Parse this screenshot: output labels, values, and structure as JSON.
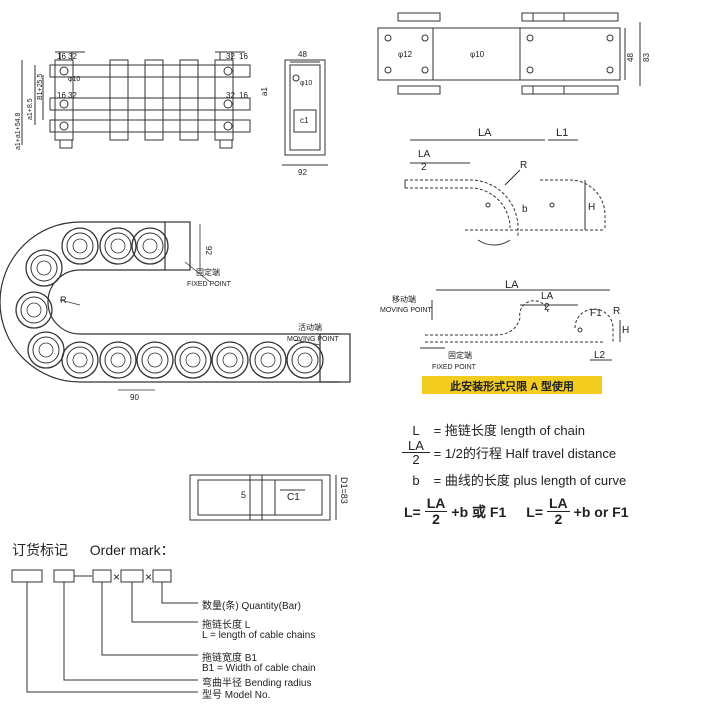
{
  "dimensions": {
    "w16a": "16",
    "w32a": "32",
    "w32b": "32",
    "w16b": "16",
    "w16c": "16",
    "w32c": "32",
    "w32d": "32",
    "w16d": "16",
    "d10": "φ10",
    "d10b": "φ10",
    "d12": "φ12",
    "d10c": "φ10",
    "w48": "48",
    "w92": "92",
    "a1": "a1",
    "c1": "c1",
    "h48": "48",
    "h83": "83",
    "v1": "a1+a1+54.8",
    "v2": "a1+8.5",
    "v3": "a1",
    "v4": "B1+25.5",
    "v5": "B1+25.5",
    "h92": "92",
    "w90": "90",
    "r": "R",
    "s5": "5",
    "C1": "C1",
    "D1": "D1=83"
  },
  "points": {
    "fixed_cn": "固定端",
    "fixed_en": "FIXED POINT",
    "moving_cn": "活动端",
    "moving_en": "MOVING POINT",
    "moving_cn2": "移动端",
    "moving_en2": "MOVING POINT",
    "fixed_cn2": "固定端",
    "fixed_en2": "FIXED POINT"
  },
  "install_diagram": {
    "LA": "LA",
    "L1": "L1",
    "LA_num": "LA",
    "two": "2",
    "R": "R",
    "b": "b",
    "H": "H"
  },
  "install_diagram2": {
    "LA": "LA",
    "LA_num": "LA",
    "two": "2",
    "F1": "F1",
    "R": "R",
    "H": "H",
    "L2": "L2",
    "note": "此安装形式只限 A 型使用"
  },
  "legend": {
    "L_sym": "L",
    "L_text": "= 拖链长度  length of chain",
    "LA_num": "LA",
    "LA_den": "2",
    "LA_text": "= 1/2的行程  Half travel distance",
    "b_sym": "b",
    "b_text": "= 曲线的长度  plus length of curve"
  },
  "formula": {
    "prefix": "L=",
    "la": "LA",
    "two": "2",
    "mid": "+b 或 F1",
    "prefix2": "L=",
    "la2": "LA",
    "two2": "2",
    "end": "+b or F1"
  },
  "order": {
    "title_cn": "订货标记",
    "title_en": "Order mark：",
    "x1": "×",
    "x2": "×",
    "qty": "数量(条) Quantity(Bar)",
    "len_cn": "拖链长度 L",
    "len_en": "L = length of cable chains",
    "width_cn": "拖链宽度 B1",
    "width_en": "B1 = Width of cable chain",
    "radius": "弯曲半径 Bending radius",
    "model": "型号 Model No."
  },
  "colors": {
    "line": "#333333",
    "note_bg": "#f2cc1e",
    "dash": "#555555"
  }
}
